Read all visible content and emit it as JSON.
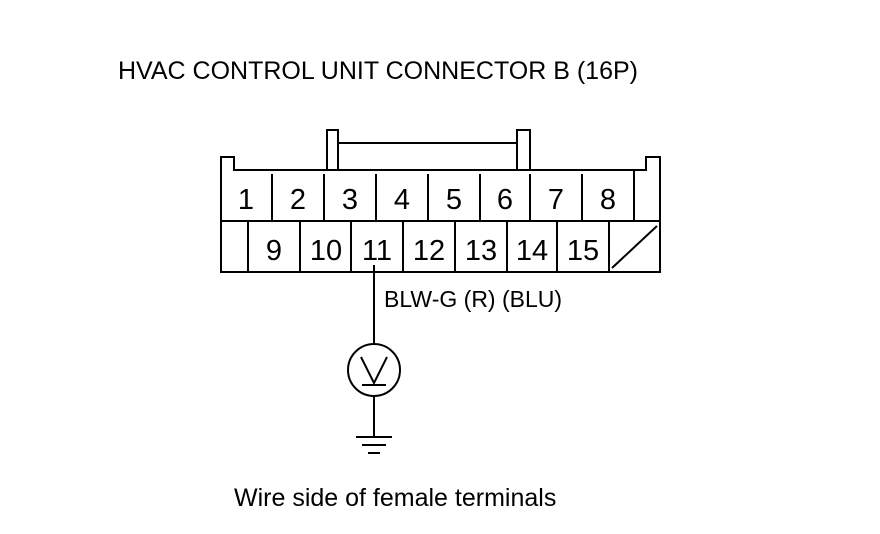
{
  "title": "HVAC CONTROL UNIT CONNECTOR B (16P)",
  "connector": {
    "row1": [
      "1",
      "2",
      "3",
      "4",
      "5",
      "6",
      "7",
      "8"
    ],
    "row2": [
      "9",
      "10",
      "11",
      "12",
      "13",
      "14",
      "15"
    ],
    "probed_terminal": "11"
  },
  "wire_label": "BLW-G (R) (BLU)",
  "meter_icon": "voltmeter-icon",
  "ground_icon": "ground-symbol-icon",
  "caption": "Wire side of female terminals"
}
